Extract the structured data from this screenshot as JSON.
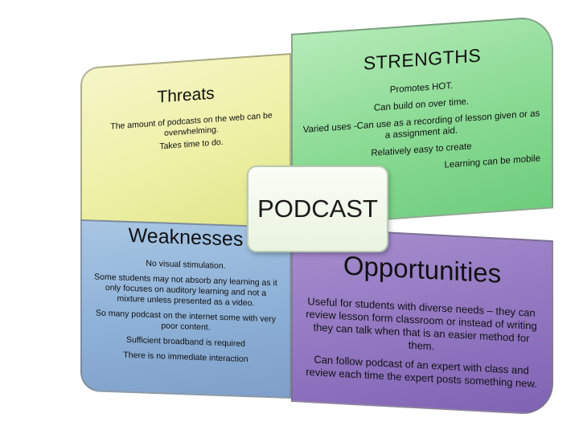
{
  "center": {
    "label": "PODCAST"
  },
  "threats": {
    "title": "Threats",
    "items": [
      "The amount of podcasts on the web can be overwhelming.",
      "Takes time to do."
    ]
  },
  "strengths": {
    "title": "STRENGTHS",
    "items": [
      "Promotes HOT.",
      "Can build on over time.",
      "Varied uses -Can use as a recording of lesson given or as a assignment aid.",
      "Relatively easy to create",
      "Learning can be mobile"
    ]
  },
  "weaknesses": {
    "title": "Weaknesses",
    "items": [
      "No visual stimulation.",
      "Some students may not absorb any learning as it only focuses on auditory learning and not a mixture unless presented as a video.",
      "So many podcast on the internet some with very poor content.",
      "Sufficient broadband is required",
      "There is no immediate interaction"
    ]
  },
  "opportunities": {
    "title": "Opportunities",
    "items": [
      "Useful for students with diverse needs – they can review lesson form classroom or instead of writing they can talk when that is an easier method for them.",
      "Can follow podcast of an expert with class and review each time the expert posts something new."
    ]
  },
  "colors": {
    "threats": "#eef0a6",
    "strengths": "#8fdc98",
    "weaknesses": "#8fb2d8",
    "opportunities": "#9378c2"
  }
}
